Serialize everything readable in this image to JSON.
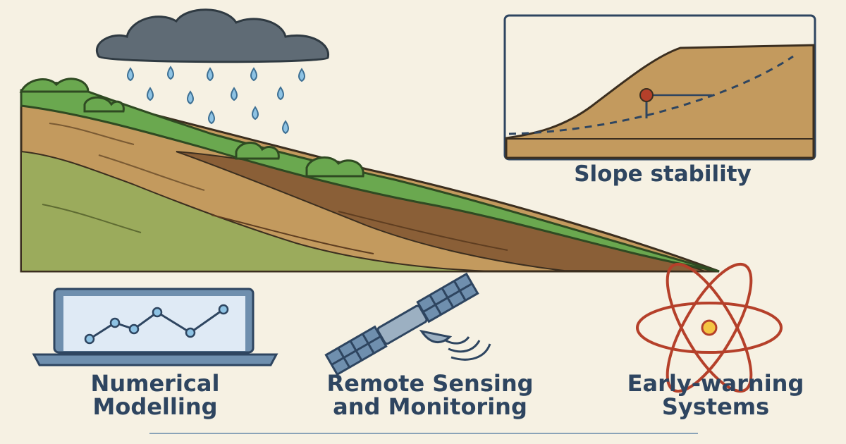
{
  "labels": {
    "slope_stability": "Slope stability",
    "numerical_modelling": [
      "Numerical",
      "Modelling"
    ],
    "remote_sensing": [
      "Remote Sensing",
      "and Monitoring"
    ],
    "early_warning": [
      "Early-warning",
      "Systems"
    ]
  },
  "icons": {
    "cloud": "rain-cloud-icon",
    "hillside": "landslide-hillside-icon",
    "slope_panel": "slope-stability-diagram",
    "laptop": "laptop-chart-icon",
    "satellite": "satellite-icon",
    "atom": "atom-icon"
  },
  "colors": {
    "background": "#f6f1e3",
    "text": "#2e4560",
    "cloud": "#5f6b75",
    "raindrop": "#8ec3e4",
    "grass": "#6aa84f",
    "soil": "#c39a5e",
    "atom": "#b5402a",
    "screen": "#dfeaf5"
  }
}
